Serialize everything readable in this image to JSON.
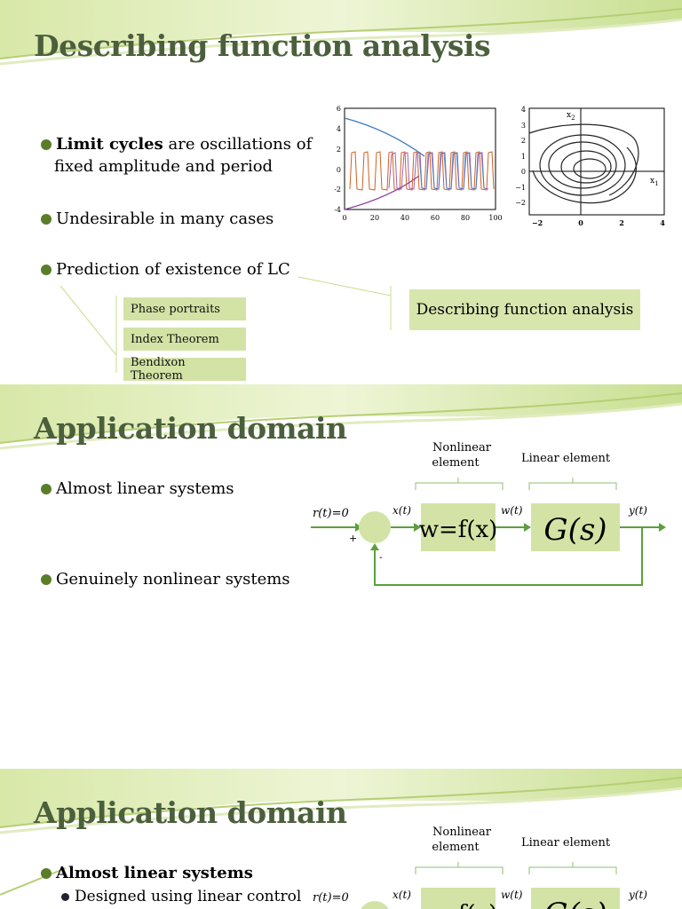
{
  "slide1": {
    "title": "Describing function analysis",
    "bullets": [
      {
        "bold": "Limit cycles",
        "rest": " are oscillations of",
        "line2": "fixed amplitude and period"
      },
      {
        "text": "Undesirable in many cases"
      },
      {
        "text": "Prediction of existence of LC"
      }
    ],
    "methods": [
      "Phase portraits",
      "Index Theorem",
      "Bendixon Theorem"
    ],
    "highlight_box": "Describing function analysis",
    "plot1": {
      "y_ticks": [
        "6",
        "4",
        "2",
        "0",
        "-2",
        "-4"
      ],
      "x_ticks": [
        "0",
        "20",
        "40",
        "60",
        "80",
        "100"
      ]
    },
    "plot2": {
      "y_ticks": [
        "4",
        "3",
        "2",
        "1",
        "0",
        "−1",
        "−2"
      ],
      "x_ticks": [
        "−2",
        "0",
        "2",
        "4"
      ],
      "x_label": "x",
      "x_sub": "1",
      "y_label": "x",
      "y_sub": "2"
    }
  },
  "slide2": {
    "title": "Application domain",
    "bullets": [
      "Almost linear systems",
      "Genuinely nonlinear systems"
    ],
    "diagram": {
      "nonlinear_label_1": "Nonlinear",
      "nonlinear_label_2": "element",
      "linear_label": "Linear element",
      "input": "r(t)=0",
      "x": "x(t)",
      "w": "w(t)",
      "y": "y(t)",
      "plus": "+",
      "minus": "-",
      "nl_block": "w=f(x)",
      "lin_block": "G(s)"
    }
  },
  "slide3": {
    "title": "Application domain",
    "bullet": "Almost linear systems",
    "sub_bullet": "Designed using linear control",
    "diagram": {
      "nonlinear_label_1": "Nonlinear",
      "nonlinear_label_2": "element",
      "linear_label": "Linear element",
      "input": "r(t)=0",
      "x": "x(t)",
      "w": "w(t)",
      "y": "y(t)",
      "nl_block": "w=f(x)",
      "lin_block": "G(s)"
    }
  },
  "colors": {
    "title": "#4b5f3d",
    "accent": "#5a7d2a",
    "box": "#d3e3a5",
    "arrow": "#5aa03c",
    "swoosh": "#c6dc8c"
  }
}
